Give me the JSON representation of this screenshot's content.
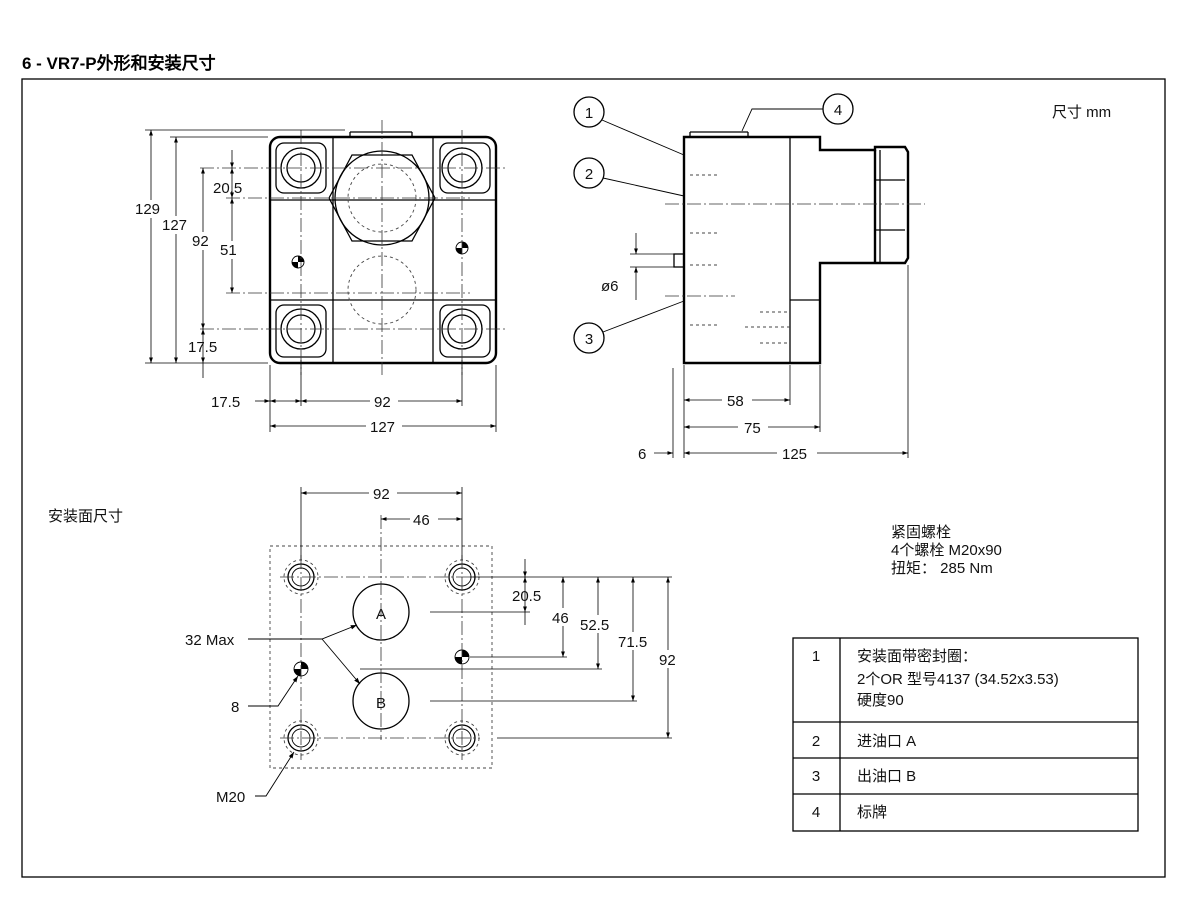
{
  "title": "6 - VR7-P外形和安装尺寸",
  "unit_label": "尺寸  mm",
  "mounting_face_label": "安装面尺寸",
  "bolts": {
    "line1": "紧固螺栓",
    "line2": "4个螺栓 M20x90",
    "line3": "扭矩：  285 Nm"
  },
  "front_view": {
    "dims": {
      "d129": "129",
      "d127v": "127",
      "d92v": "92",
      "d20_5": "20.5",
      "d51": "51",
      "d17_5v": "17.5",
      "d17_5h": "17.5",
      "d92h": "92",
      "d127h": "127"
    }
  },
  "side_view": {
    "callouts": [
      "1",
      "2",
      "3",
      "4"
    ],
    "dims": {
      "phi6": "ø6",
      "d58": "58",
      "d75": "75",
      "d6": "6",
      "d125": "125"
    }
  },
  "mounting_face": {
    "port_a": "A",
    "port_b": "B",
    "dims": {
      "d92top": "92",
      "d46top": "46",
      "d20_5": "20.5",
      "d46": "46",
      "d52_5": "52.5",
      "d71_5": "71.5",
      "d92right": "92",
      "max32": "32 Max",
      "d8": "8",
      "m20": "M20"
    }
  },
  "legend": [
    {
      "num": "1",
      "lines": [
        "安装面带密封圈：",
        "2个OR 型号4137 (34.52x3.53)",
        "硬度90"
      ]
    },
    {
      "num": "2",
      "lines": [
        "进油口 A"
      ]
    },
    {
      "num": "3",
      "lines": [
        "出油口 B"
      ]
    },
    {
      "num": "4",
      "lines": [
        "标牌"
      ]
    }
  ]
}
